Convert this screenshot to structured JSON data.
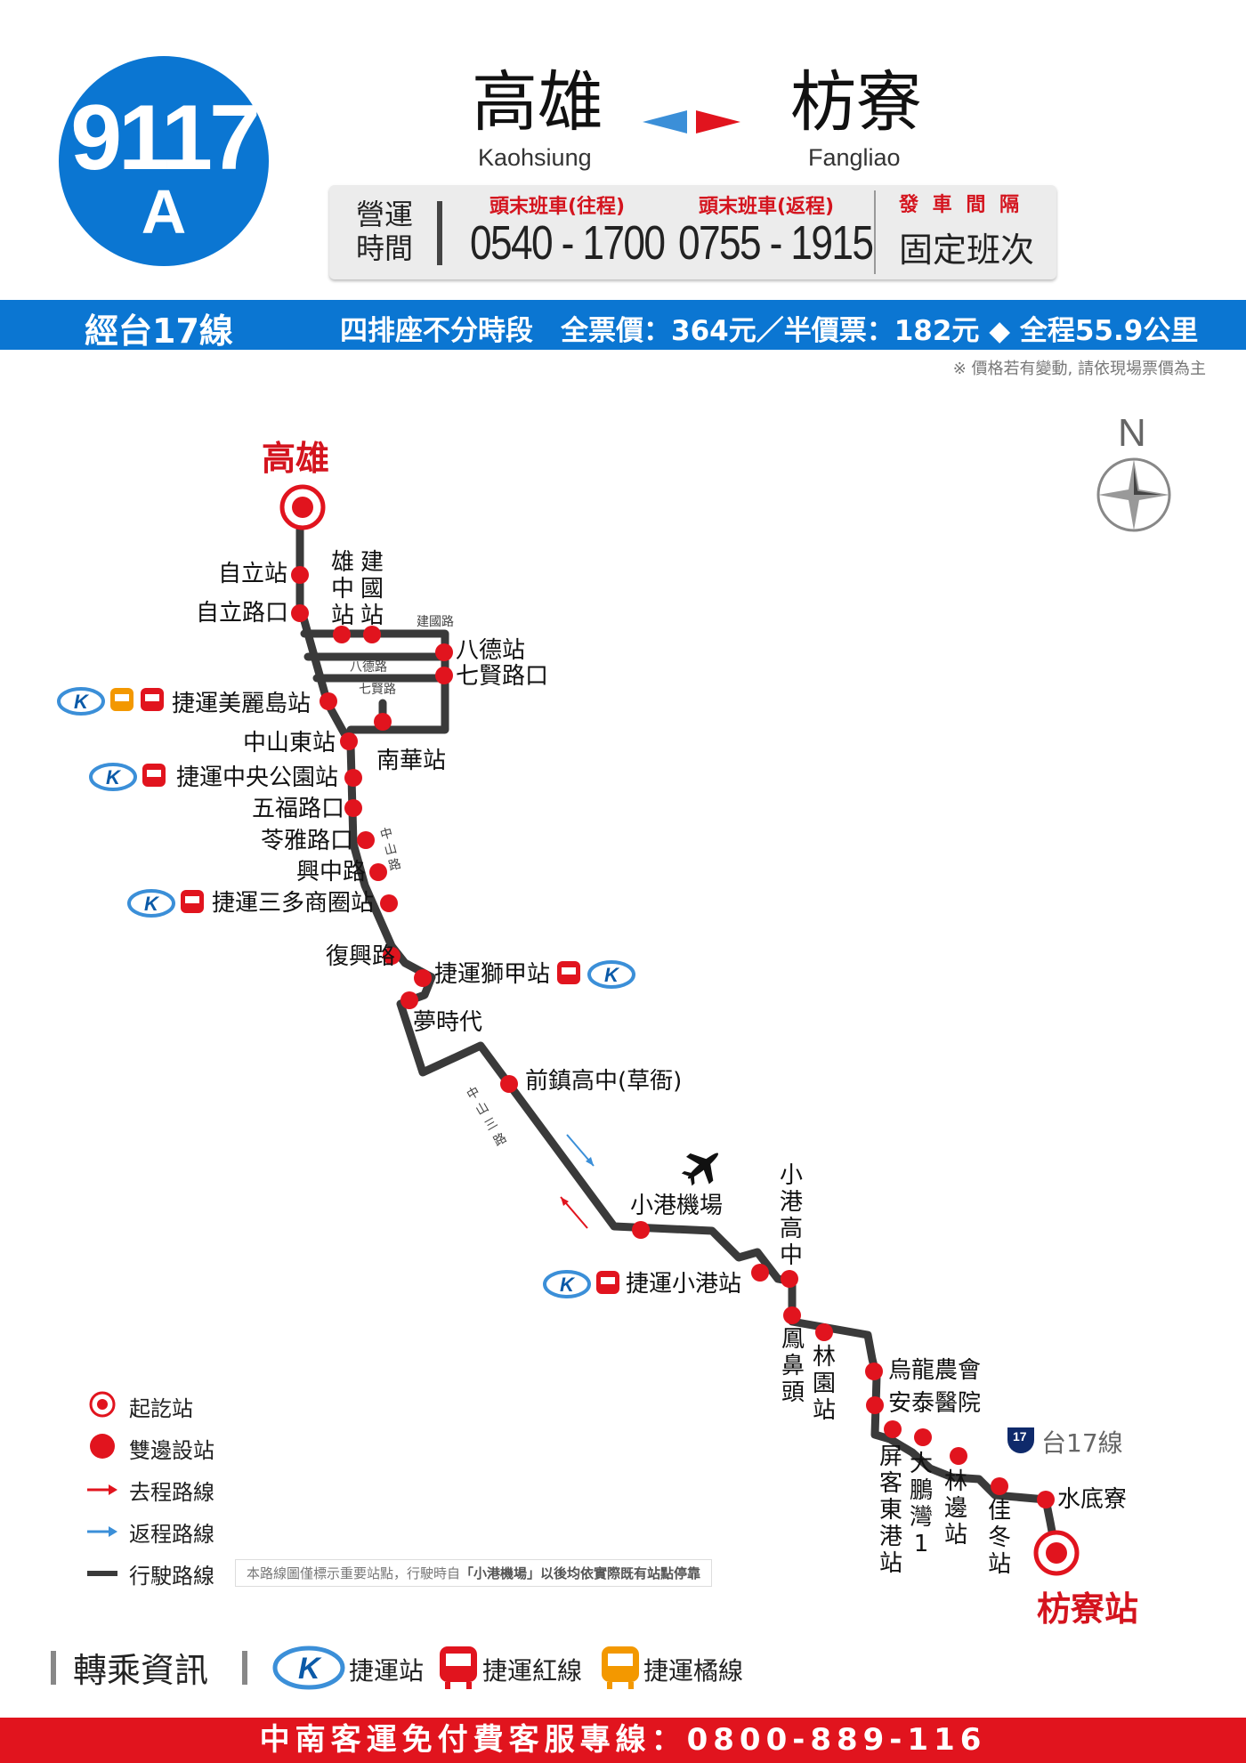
{
  "route": {
    "number": "9117",
    "suffix": "A"
  },
  "origin": {
    "zh": "高雄",
    "en": "Kaohsiung"
  },
  "destination": {
    "zh": "枋寮",
    "en": "Fangliao"
  },
  "hours": {
    "label_line1": "營運",
    "label_line2": "時間",
    "outbound_label": "頭末班車(往程)",
    "outbound_time": "0540 - 1700",
    "return_label": "頭末班車(返程)",
    "return_time": "0755 - 1915",
    "interval_label": "發 車 間 隔",
    "interval_value": "固定班次"
  },
  "band": {
    "via": "經台17線",
    "fare": "四排座不分時段　全票價：364元／半價票：182元 ◆ 全程55.9公里"
  },
  "fare_note": "※ 價格若有變動, 請依現場票價為主",
  "map": {
    "compass_label": "N",
    "terminal_start": "高雄",
    "terminal_end": "枋寮站",
    "stops": {
      "ziliqzhan": "自立站",
      "zililukou": "自立路口",
      "xiongzhong": "雄中站",
      "jianguo": "建國站",
      "bade": "八德站",
      "qixian": "七賢路口",
      "meilidao": "捷運美麗島站",
      "zhongshandong": "中山東站",
      "nanhua": "南華站",
      "zhongyang": "捷運中央公園站",
      "wufu": "五福路口",
      "lingya": "苓雅路口",
      "xingzhong": "興中路",
      "sanduo": "捷運三多商圈站",
      "fuxing": "復興路",
      "shijia": "捷運獅甲站",
      "mengshidai": "夢時代",
      "qianzhen": "前鎮高中(草衙)",
      "airport": "小港機場",
      "xiaogangmrt": "捷運小港站",
      "xiaogangzhong": "小港高中",
      "fengbi": "鳳鼻頭",
      "linyuan": "林園站",
      "wulong": "烏龍農會",
      "antai": "安泰醫院",
      "pingke": "屏客東港站",
      "dapeng": "大鵬灣1",
      "linbian": "林邊站",
      "jiadong": "佳冬站",
      "shuidiliao": "水底寮"
    },
    "roads": {
      "jianguo": "建國路",
      "bade": "八德路",
      "qixian": "七賢路",
      "zhongshan": "中山路",
      "zhongshan3": "中山三路",
      "hwy17": "台17線",
      "hwy17_num": "17"
    }
  },
  "legend": {
    "terminal": "起訖站",
    "stop": "雙邊設站",
    "outbound": "去程路線",
    "return": "返程路線",
    "route": "行駛路線",
    "notice_pre": "本路線圖僅標示重要站點，行駛時自",
    "notice_bold": "「小港機場」以後均依實際既有站點停靠"
  },
  "transfer": {
    "title": "轉乘資訊",
    "mrt_station": "捷運站",
    "red_line": "捷運紅線",
    "orange_line": "捷運橘線"
  },
  "footer": "中南客運免付費客服專線：0800-889-116",
  "colors": {
    "blue": "#0b76d2",
    "red": "#d4141e",
    "orange": "#f39800",
    "line": "#3a3a3a"
  }
}
